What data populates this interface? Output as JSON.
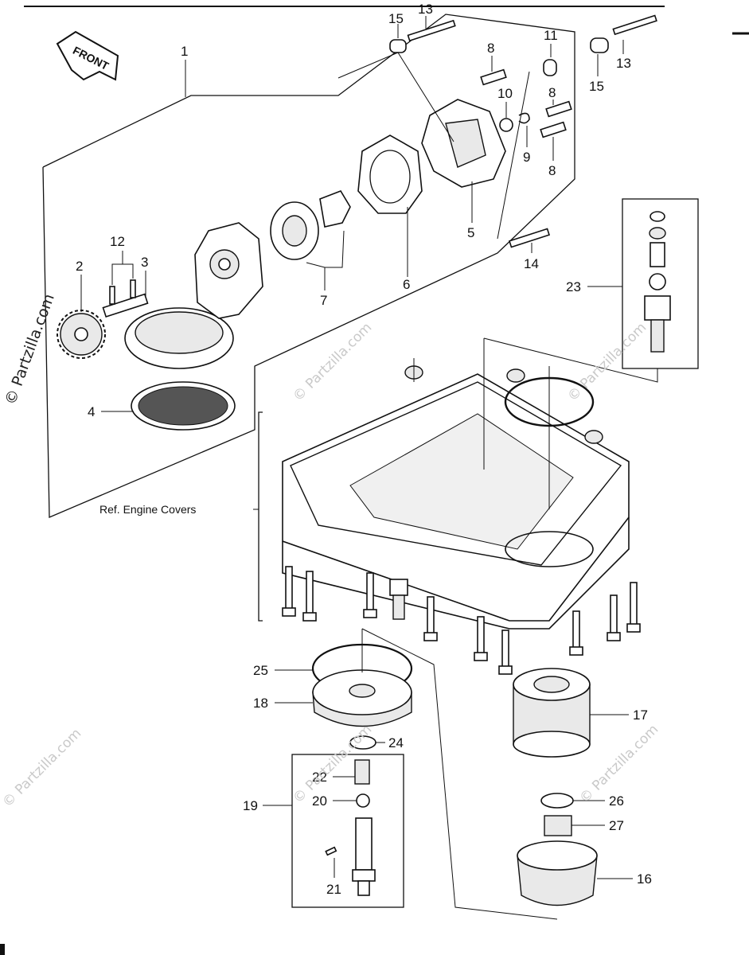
{
  "callouts": [
    "1",
    "2",
    "3",
    "4",
    "5",
    "6",
    "7",
    "8",
    "8",
    "8",
    "9",
    "10",
    "11",
    "12",
    "13",
    "13",
    "14",
    "15",
    "15",
    "16",
    "17",
    "18",
    "19",
    "20",
    "21",
    "22",
    "23",
    "24",
    "25",
    "26",
    "27"
  ],
  "reference_note": "Ref.  Engine Covers",
  "front_label": "FRONT",
  "watermark": "© Partzilla.com",
  "watermark_repeat": "© Partzilla.com",
  "colors": {
    "ink": "#111111",
    "watermark": "#c9c9c9",
    "background": "#ffffff"
  }
}
